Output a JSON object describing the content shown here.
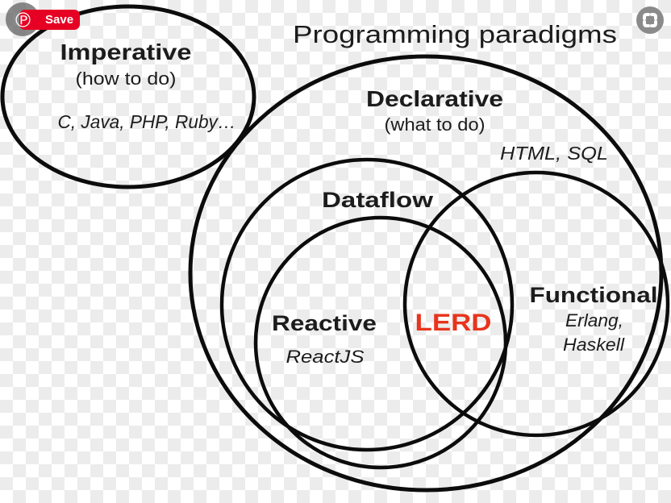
{
  "overlay": {
    "save_button": {
      "label": "Save",
      "background": "#e60023",
      "pin_glyph": "℗"
    },
    "scope_icon_background": "#8b8b8b"
  },
  "diagram": {
    "type": "venn",
    "title": "Programming paradigms",
    "accent_color": "#e8341c",
    "stroke_color": "#0c0c0c",
    "sets": {
      "imperative": {
        "label": "Imperative",
        "sublabel": "(how to do)",
        "examples": "C, Java, PHP, Ruby…"
      },
      "declarative": {
        "label": "Declarative",
        "sublabel": "(what to do)",
        "examples": "HTML, SQL"
      },
      "dataflow": {
        "label": "Dataflow"
      },
      "reactive": {
        "label": "Reactive",
        "examples": "ReactJS"
      },
      "functional": {
        "label": "Functional",
        "examples_line1": "Erlang,",
        "examples_line2": "Haskell"
      },
      "intersection": {
        "label": "LERD"
      }
    }
  }
}
